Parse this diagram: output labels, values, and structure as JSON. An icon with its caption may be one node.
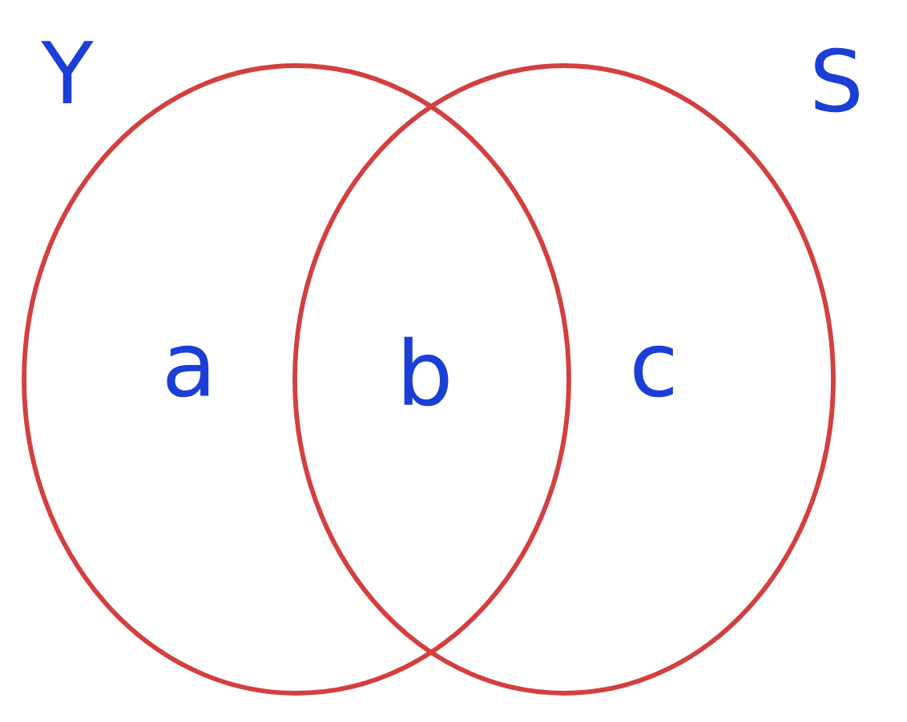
{
  "diagram": {
    "nodes": [
      {
        "text": [
          "Y"
        ]
      },
      {
        "text": [
          "S"
        ]
      }
    ],
    "labels": [
      "a",
      "b",
      "c"
    ]
  }
}
